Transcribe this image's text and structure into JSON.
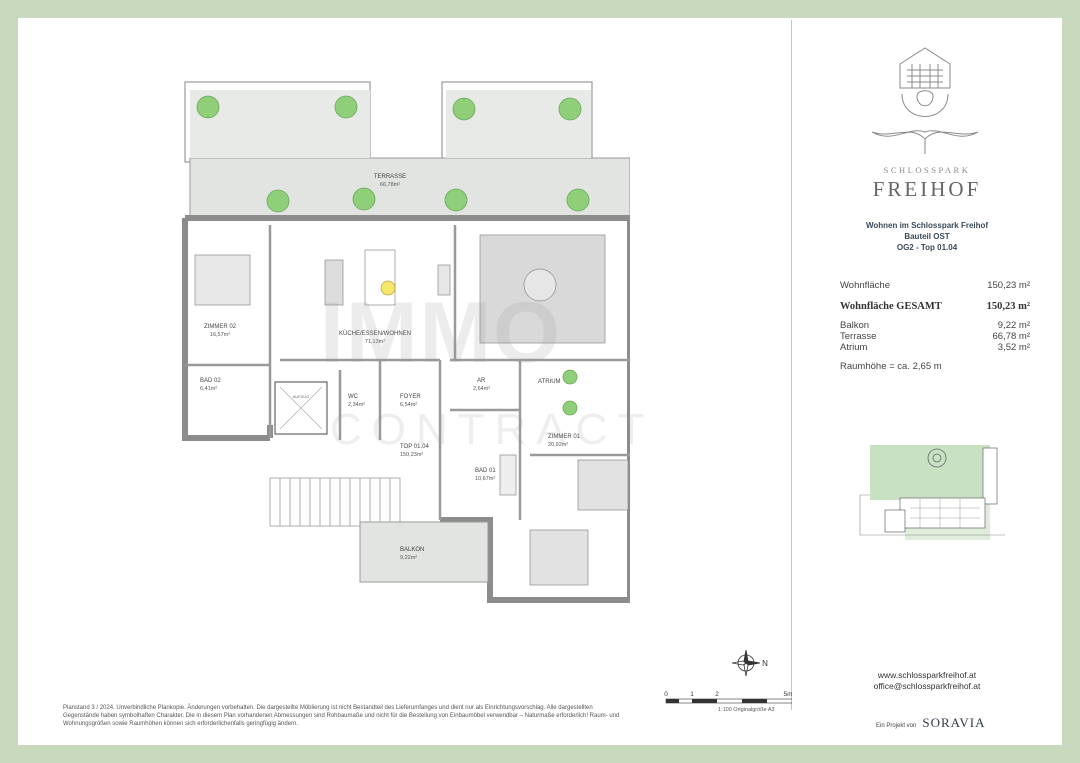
{
  "brand": {
    "top": "SCHLOSSPARK",
    "main": "FREIHOF"
  },
  "project": {
    "line1": "Wohnen im Schlosspark Freihof",
    "line2": "Bauteil OST",
    "line3": "OG2 - Top 01.04"
  },
  "areas": {
    "wohnflaeche": {
      "label": "Wohnfläche",
      "value": "150,23 m²"
    },
    "gesamt": {
      "label": "Wohnfläche GESAMT",
      "value": "150,23 m²"
    },
    "balkon": {
      "label": "Balkon",
      "value": "9,22 m²"
    },
    "terrasse": {
      "label": "Terrasse",
      "value": "66,78 m²"
    },
    "atrium": {
      "label": "Atrium",
      "value": "3,52 m²"
    },
    "raumhoehe": "Raumhöhe = ca. 2,65 m"
  },
  "rooms": {
    "terrasse": {
      "name": "TERRASSE",
      "area": "66,78m²"
    },
    "zimmer02": {
      "name": "ZIMMER 02",
      "area": "16,57m²"
    },
    "kueche": {
      "name": "KÜCHE/ESSEN/WOHNEN",
      "area": "71,13m²"
    },
    "bad02": {
      "name": "BAD 02",
      "area": "6,41m²"
    },
    "aufzug": {
      "name": "AUFZUG"
    },
    "wc": {
      "name": "WC",
      "area": "2,34m²"
    },
    "foyer": {
      "name": "FOYER",
      "area": "6,54m²"
    },
    "ar": {
      "name": "AR",
      "area": "2,64m²"
    },
    "atrium": {
      "name": "ATRIUM"
    },
    "zimmer01": {
      "name": "ZIMMER 01",
      "area": "20,92m²"
    },
    "bad01": {
      "name": "BAD 01",
      "area": "10,67m²"
    },
    "top": {
      "name": "TOP 01.04",
      "area": "150,23m²"
    },
    "balkon": {
      "name": "BALKON",
      "area": "9,22m²"
    }
  },
  "watermark": {
    "main": "IMMO",
    "sub": "CONTRACT"
  },
  "contact": {
    "web": "www.schlossparkfreihof.at",
    "email": "office@schlossparkfreihof.at"
  },
  "credit": {
    "prefix": "Ein Projekt von",
    "company": "SORAVIA"
  },
  "scale": {
    "ticks": [
      "0",
      "1",
      "2",
      "5m"
    ],
    "note": "1:100 Originalgröße A3"
  },
  "compass_label": "N",
  "disclaimer": "Planstand 3 / 2024. Unverbindliche Plankopie. Änderungen vorbehalten. Die dargestellte Möblierung ist nicht Bestandteil des Lieferumfanges und dient nur als Einrichtungsvorschlag. Alle dargestellten Gegenstände haben symbolhaften Charakter. Die in diesem Plan vorhandenen Abmessungen sind Rohbaumaße und nicht für die Bestellung von Einbaumöbel verwendbar – Naturmaße erforderlich! Raum- und Wohnungsgrößen sowie Raumhöhen können sich erforderlichenfalls geringfügig ändern.",
  "colors": {
    "frame": "#c9d9bd",
    "wall": "#8c8c8c",
    "terrace": "#e2e4e2",
    "plant": "#8fcf7a"
  }
}
